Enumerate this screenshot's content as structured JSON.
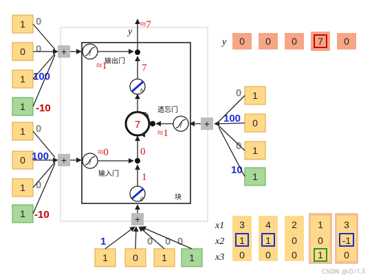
{
  "colors": {
    "input_box": "#ffd98a",
    "bias_box": "#a8d89a",
    "output_box": "#f6a585",
    "highlight_box": "#f4bd9a",
    "weight_gray": "#888888",
    "weight_blue": "#1a2bd6",
    "weight_red": "#c00000",
    "annotation_red": "#d01010",
    "plus_box": "#bcbcbc"
  },
  "input_gate_group": {
    "inputs": [
      "1",
      "0",
      "1",
      "1"
    ],
    "weights": [
      "0",
      "0",
      "100",
      "-10"
    ]
  },
  "memory_input_group": {
    "inputs": [
      "1",
      "0",
      "1",
      "1"
    ],
    "weights": [
      "0",
      "100",
      "0",
      "-10"
    ]
  },
  "forget_gate_group": {
    "inputs": [
      "1",
      "0",
      "1",
      "1"
    ],
    "weights": [
      "0",
      "100",
      "0",
      "10"
    ]
  },
  "bottom_group": {
    "inputs": [
      "1",
      "0",
      "1",
      "1"
    ],
    "weights": [
      "1",
      "0",
      "0",
      "0"
    ]
  },
  "cell": {
    "memory_value": "7",
    "block_label": "块",
    "output_gate_label": "输出门",
    "input_gate_label": "输入门",
    "forget_gate_label": "遗忘门",
    "output_gate_value": "≈1",
    "input_gate_value": "≈0",
    "forget_gate_value": "≈1",
    "value_above_h": "7",
    "value_below_memory": "0",
    "value_above_g": "1",
    "y_top_label": "y",
    "y_top_value": "≈7"
  },
  "icons": {
    "g_letter": "g",
    "h_letter": "h",
    "f_letter": "f",
    "plus": "+"
  },
  "output_sequence": {
    "label": "y",
    "values": [
      "0",
      "0",
      "0",
      "7",
      "0"
    ]
  },
  "sequence_table": {
    "row_labels": [
      "x1",
      "x2",
      "x3"
    ],
    "columns": [
      [
        "3",
        "1",
        "0"
      ],
      [
        "4",
        "1",
        "0"
      ],
      [
        "2",
        "0",
        "0"
      ],
      [
        "1",
        "0",
        "1"
      ],
      [
        "3",
        "-1",
        "0"
      ]
    ]
  },
  "watermark": "CSDN @のバス"
}
